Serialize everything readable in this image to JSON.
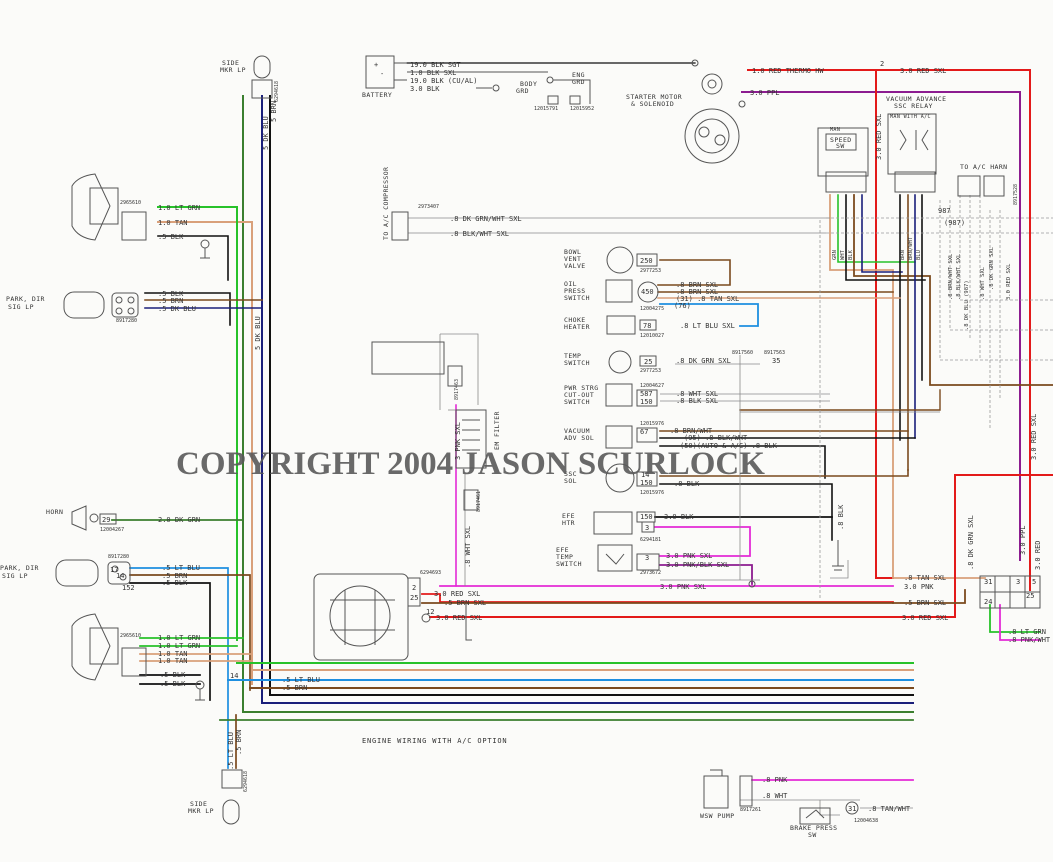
{
  "watermark": "COPYRIGHT 2004 JASON SCURLOCK",
  "caption": "ENGINE WIRING WITH A/C OPTION",
  "components": {
    "battery": "BATTERY",
    "side_mkr_top_1": "SIDE",
    "side_mkr_top_2": "MKR LP",
    "side_mkr_bot_1": "SIDE",
    "side_mkr_bot_2": "MKR LP",
    "park_top_1": "PARK, DIR",
    "park_top_2": "SIG LP",
    "park_bot_1": "PARK, DIR",
    "park_bot_2": "SIG LP",
    "horn": "HORN",
    "starter_1": "STARTER MOTOR",
    "starter_2": "& SOLENOID",
    "eng_grd_1": "ENG",
    "eng_grd_2": "GRD",
    "body_grd_1": "BODY",
    "body_grd_2": "GRD",
    "vac_adv_1": "VACUUM ADVANCE",
    "vac_adv_2": "SSC RELAY",
    "man_ac": "MAN  WITH A/C",
    "speed_1": "SPEED",
    "speed_2": "SW",
    "man": "MAN",
    "to_ac_harn": "TO A/C HARN",
    "to_ac_comp": "TO A/C COMPRESSOR",
    "bowl_1": "BOWL",
    "bowl_2": "VENT",
    "bowl_3": "VALVE",
    "oil_1": "OIL",
    "oil_2": "PRESS",
    "oil_3": "SWITCH",
    "choke_1": "CHOKE",
    "choke_2": "HEATER",
    "temp_1": "TEMP",
    "temp_2": "SWITCH",
    "pwr_1": "PWR STRG",
    "pwr_2": "CUT-OUT",
    "pwr_3": "SWITCH",
    "vac_sol_1": "VACUUM",
    "vac_sol_2": "ADV SOL",
    "ssc_1": "SSC",
    "ssc_2": "SOL",
    "efe_htr_1": "EFE",
    "efe_htr_2": "HTR",
    "efe_temp_1": "EFE",
    "efe_temp_2": "TEMP",
    "efe_temp_3": "SWITCH",
    "wsw_pump": "WSW PUMP",
    "brake_1": "BRAKE PRESS",
    "brake_2": "SW",
    "emission_filter": "EM FILTER"
  },
  "part_numbers": {
    "p2965610a": "2965610",
    "p2965610b": "2965610",
    "p8917280a": "8917280",
    "p8917280b": "8917280",
    "p6294618a": "6294618",
    "p6294618b": "6294618",
    "p2973407": "2973407",
    "p2977253a": "2977253",
    "p2977253b": "2977253",
    "p12004275": "12004275",
    "p12010027": "12010027",
    "p12004627": "12004627",
    "p12015976a": "12015976",
    "p12015976b": "12015976",
    "p12015791": "12015791",
    "p12015952": "12015952",
    "p12004267": "12004267",
    "p8917560": "8917560",
    "p8917563": "8917563",
    "p6294181": "6294181",
    "p2973672": "2973672",
    "p6294693": "6294693",
    "p8917261": "8917261",
    "p12004638": "12004638",
    "p8917528": "8917528",
    "p8917463": "8917463",
    "p8917461": "8917461"
  },
  "wire_labels": {
    "w_blk_sgt": "19.0 BLK SGT",
    "w_blk_sxl": "1.0 BLK SXL",
    "w_blk_cual": "19.0 BLK (CU/AL)",
    "w_blk_30": "3.0 BLK",
    "w_red_thermo": "1.0 RED THERMO HW",
    "w_red_sxl_top": "3.0 RED SXL",
    "w_ppl": "3.0 PPL",
    "w_red_sxl_v": "3.0 RED SXL",
    "w_dk_blu_top": "5 DK BLU",
    "w_brn_top": "5 BRN",
    "w_dk_blu_mid": "5 DK BLU",
    "w_lt_grn_top": "1.0 LT GRN",
    "w_tan_top": "1.0 TAN",
    "w_blk_top": ".5 BLK",
    "w_blk_park": ".5 BLK",
    "w_brn_park": ".5 BRN",
    "w_dkblu_park": ".5 DK BLU",
    "w_dkgrn_comp": ".8 DK GRN/WHT SXL",
    "w_blkwht_comp": ".8 BLK/WHT SXL",
    "w_brn_oil1": ".8 BRN SXL",
    "w_brn_oil2": ".8 BRN SXL",
    "w_tan_oil": "(31) .8 TAN SXL",
    "w_76": "(76)",
    "w_ltblu_choke": ".8 LT BLU SXL",
    "w_dkgrn_temp": ".8 DK GRN SXL",
    "w_wht_pwr": ".8 WHT SXL",
    "w_blk_pwr": ".8 BLK SXL",
    "w_brnwht_vac": ".8 BRN/WHT",
    "w_blkwht_vac": "(95) .8 BLK/WHT",
    "w_auto_ac": "(50)(AUTO & A/C) .8 BLK",
    "w_blk_ssc": ".8 BLK",
    "w_blk_efe": "3.0 BLK",
    "w_pnk_efe": "3.0 PNK SXL",
    "w_pnkblk_efe": "3.0 PNK/BLK SXL",
    "w_pnk_long": "3.0 PNK SXL",
    "w_pnk_emf": "3 PNK SXL",
    "w_wht_emf": ".8 WHT SXL",
    "w_dkgrn_horn": "2.0 DK GRN",
    "w_ltblu_bot": ".5 LT BLU",
    "w_brn_bot": ".5 BRN",
    "w_blk_bot": ".5 BLK",
    "w_ltgrn_bot1": "1.0 LT GRN",
    "w_ltgrn_bot2": "1.0 LT GRN",
    "w_tan_bot1": "1.0 TAN",
    "w_tan_bot2": "1.0 TAN",
    "w_blk_bot1": ".5 BLK",
    "w_blk_bot2": ".5 BLK",
    "w_red_alt": "3.0 RED SXL",
    "w_brn_alt": ".5 BRN SXL",
    "w_red_alt2": "3.0 RED SXL",
    "w_ltblu_run": ".5 LT BLU",
    "w_brn_run": ".5 BRN",
    "w_blk_vert": ".8 BLK",
    "w_tan_right": ".8 TAN SXL",
    "w_pnk_right": "3.0 PNK",
    "w_brn_right": ".5 BRN SXL",
    "w_red_right": "3.0 RED SXL",
    "w_ltgrn_right": ".8 LT GRN",
    "w_pnkwht_right": ".8 PNK/WHT",
    "w_pnk_wsw": ".8 PNK",
    "w_wht_wsw": ".8 WHT",
    "w_tanwht_brake": ".8 TAN/WHT",
    "w_red_rv": "3.0 RED SXL",
    "w_dkgrn_rv": ".8 DK GRN SXL",
    "w_ppl_rv": "3.0 PPL",
    "w_red_rv2": "3.0 RED",
    "w_blk_ltblu_side": ".5 LT BLU",
    "w_brn_side": ".5 BRN",
    "w_grn_relay": "GRN",
    "w_wht_relay": "WHT",
    "w_blk_relay": "BLK",
    "w_brnwht_relay": "BRN/WHT",
    "w_brn_relay": "BRN",
    "w_blu_relay": "BLU",
    "w_dkgrn_r": ".8 DK GRN SXL",
    "w_blkwht_r": ".8 BLK/WHT SXL",
    "w_brnwht_r2": ".8 BRN/WHT SXL",
    "w_dkblu_r": ".8 DK BLU (987)",
    "w_wht_r": ".8 WHT SXL",
    "w_red_r": "3.0 RED SXL",
    "w_987": "987",
    "w_987b": "(987)",
    "w_14": "14",
    "w_2": "2"
  },
  "connectors": {
    "c250": "250",
    "c450": "450",
    "c78": "78",
    "c25": "25",
    "c587": "587",
    "c150a": "150",
    "c67": "67",
    "c14": "14",
    "c150b": "150",
    "c150c": "150",
    "c3": "3",
    "c3b": "3",
    "c35": "35",
    "c29": "29",
    "c17": "17",
    "c14b": "14",
    "c152": "152",
    "c2": "2",
    "c31": "31",
    "c25b": "25",
    "c3c": "3",
    "c24": "24",
    "c5": "5",
    "c25c": "25",
    "c31b": "31",
    "c12": "12"
  },
  "icons": [
    "lamp-icon",
    "horn-icon",
    "ground-icon",
    "battery-icon",
    "solenoid-icon",
    "switch-icon",
    "relay-icon",
    "pump-icon"
  ],
  "colors": {
    "green": "#27c22a",
    "tan": "#d9a07a",
    "brown": "#7b4a1e",
    "black": "#111111",
    "dkblue": "#1a1f7a",
    "ltblue": "#1e8fe0",
    "red": "#e31a1a",
    "pink": "#e42bd6",
    "purple": "#8c1c90",
    "dkgreen": "#3b7f2f",
    "gray": "#8a8a8a"
  }
}
